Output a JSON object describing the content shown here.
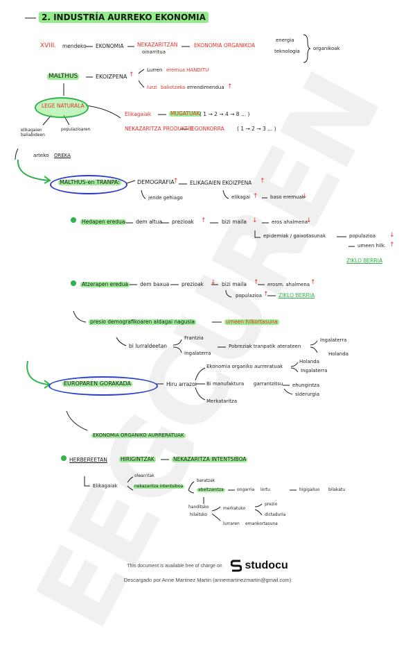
{
  "title": "2. INDUSTRÍA AURREKO EKONOMIA",
  "s1": {
    "xviii": "XVIII.",
    "mendeko": "mendeko",
    "ekonomia": "EKONOMIA",
    "nekazaritzan": "NEKAZARITZAN",
    "oinarritua": "oinarritua",
    "ek_organikoa": "EKONOMIA ORGANIKOA",
    "energia": "energia",
    "teknologia": "teknologia",
    "organikoak": "organikoak"
  },
  "s2": {
    "malthus": "MALTHUS",
    "ekoizpena": "EKOIZPENA",
    "lurren": "Lurren",
    "eremua_handitu": "eremua HANDITU",
    "lurzi": "lurzi",
    "baliotzeko": "baliotzeko",
    "errendimendua": "errendimendua",
    "lege_naturala": "LEGE NATURALA",
    "elikagaien_baliabideen": "elikagaien baliabideen",
    "populazioaren": "populazioaren",
    "elikagaiak": "Elikagaiak",
    "mugatuak": "MUGATUAK",
    "seq1": "( 1 → 2 → 4 → 8 ... )",
    "nek_produktib": "NEKAZARITZA PRODUKTIB.",
    "egonkorra": "EGONKORRA",
    "seq2": "( 1 → 2 → 3 ... )",
    "artekoa": "arteko",
    "oreka": "OREKA"
  },
  "s3": {
    "tranpa": "MALTHUS-en TRANPA:",
    "demografia": "DEMOGRAFIA",
    "elikagaien_ekoizpena": "ELIKAGAIEN EKOIZPENA",
    "jende_gehiago": "jende gehiago",
    "elikagai": "elikagai",
    "baso_eremuak": "baso eremuak",
    "hedapen_eredua": "Hedapen eredua",
    "dem_altua": "dem altua",
    "prezioak": "prezioak",
    "bizi_maila": "bizi maila",
    "eros_ahalmena": "eros ahalmena",
    "epidemiak": "epidemiak / gaixotasunak",
    "populazioa": "populazioa",
    "umeen_hilk": "umeen hilk.",
    "ziklo_berria": "ZIKLO BERRIA",
    "atzerapen_eredua": "Atzerapen eredua",
    "dem_baxua": "dem baxua",
    "prezioak2": "prezioak",
    "bizi_maila2": "bizi maila",
    "erosm_ahalmena": "erosm. ahalmena",
    "populazioa2": "populazioa",
    "ziklo_berria2": "ZIKLO BERRIA",
    "presio": "presio demografikoaren aldagai nagusia",
    "umeen_hilkortasuna": "umeen hilkortasuna"
  },
  "s4": {
    "bi_lurraldeetan": "bi lurraldeetan",
    "frantzia": "Frantzia",
    "ingalaterra": "Ingalaterra",
    "pobrezia": "Pobreziak tranpatik aterateen",
    "ingalaterra2": "Ingalaterra",
    "holanda": "Holanda",
    "europaren": "EUROPAREN GORAKADA",
    "hiru_arrazoi": "Hiru arrazoi",
    "ek_org_aurreratuak": "Ekonomia organiko aurreratuak",
    "holanda2": "Holanda",
    "ingalaterra3": "Ingalaterra",
    "bi_manufaktura": "Bi manufaktura",
    "garrantzitsu": "garrantzitsu",
    "ehungintza": "ehungintza",
    "siderurgia": "siderurgia",
    "merkataritza": "Merkataritza",
    "ek_org_aurreratuak2": "EKONOMIA ORGANIKO AURRERATUAK"
  },
  "s5": {
    "herbereetan": "HERBEREETAN",
    "hirigintzak": "HIRIGINTZAK",
    "nek_intentsiboa": "NEKAZARITZA INTENTSIBOA",
    "elikagaiak": "Elikagaiak",
    "olearritak": "olearritak",
    "nekazaritza_int": "nekazaritza intentsiboa",
    "baratzak": "baratzak",
    "abeltzaintza": "abeltzaintza",
    "ongarria": "ongarria",
    "lortu": "lortu",
    "higigailuo": "higigailuo",
    "bilakatu": "bilakatu",
    "handitsko": "handitsko",
    "hilaitsko": "hilaitsko",
    "merkatuko": "merkatuko",
    "prezio": "prezio",
    "dictaduria": "dictaduria",
    "lurraren": "lurraren",
    "emankortasuna": "emankortasuna"
  },
  "watermark": "EEGCUREN",
  "footer": {
    "available": "This document is available free of charge on",
    "brand": "studocu",
    "downloaded": "Descargado por Anne Martinez Martin (annemartinezmartin@gmail.com)"
  }
}
